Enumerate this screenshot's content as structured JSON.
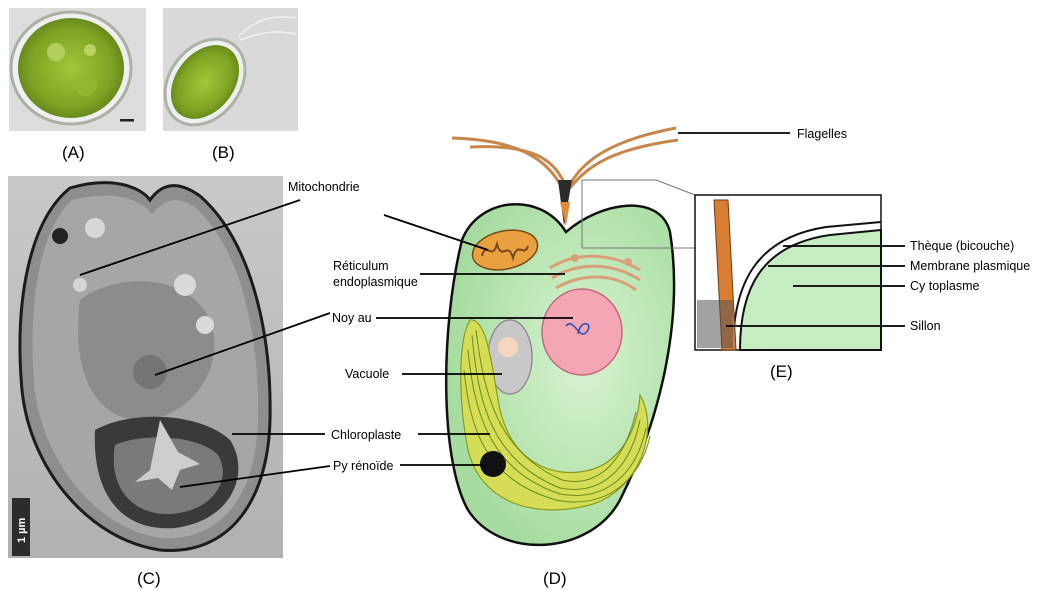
{
  "panels": {
    "a": "(A)",
    "b": "(B)",
    "c": "(C)",
    "d": "(D)",
    "e": "(E)"
  },
  "scale_bar": "1 µm",
  "labels": {
    "flagelles": "Flagelles",
    "mitochondrie": "Mitochondrie",
    "reticulum_1": "Réticulum",
    "reticulum_2": "endoplasmique",
    "noyau": "Noy au",
    "vacuole": "Vacuole",
    "chloroplaste": "Chloroplaste",
    "pyrenoide": "Py rénoïde",
    "theque": "Thèque (bicouche)",
    "membrane": "Membrane plasmique",
    "cytoplasme": "Cy toplasme",
    "sillon": "Sillon"
  },
  "colors": {
    "cell_green": "#bfe8b8",
    "chloroplast": "#d4dd55",
    "mitochondria": "#e8a040",
    "nucleus": "#f4a6b4",
    "vacuole": "#c8c8c8",
    "flagella": "#c8874a"
  }
}
